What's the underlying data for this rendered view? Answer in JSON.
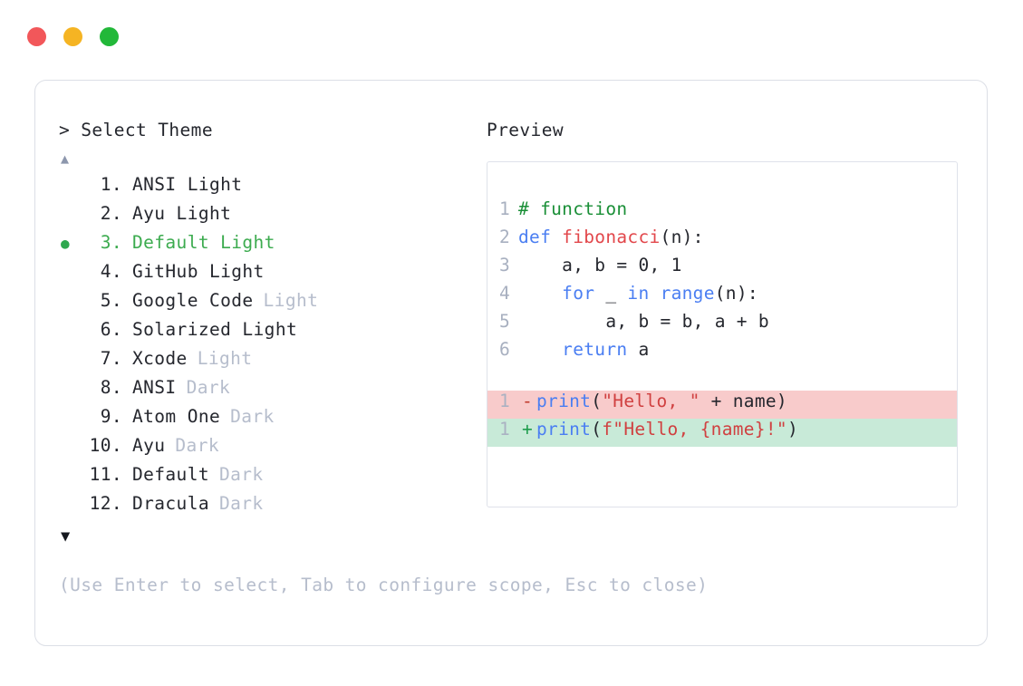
{
  "window": {
    "traffic_lights": [
      {
        "name": "close",
        "color": "#f2575a"
      },
      {
        "name": "minimize",
        "color": "#f5b423"
      },
      {
        "name": "maximize",
        "color": "#22b839"
      }
    ]
  },
  "selector": {
    "prompt": "> Select Theme",
    "scroll_up_glyph": "▲",
    "scroll_down_glyph": "▼",
    "bullet_glyph": "●",
    "selected_index": 3,
    "items": [
      {
        "index": "1.",
        "name": "ANSI Light",
        "variant": "",
        "selected": false
      },
      {
        "index": "2.",
        "name": "Ayu Light",
        "variant": "",
        "selected": false
      },
      {
        "index": "3.",
        "name": "Default Light",
        "variant": "",
        "selected": true
      },
      {
        "index": "4.",
        "name": "GitHub Light",
        "variant": "",
        "selected": false
      },
      {
        "index": "5.",
        "name": "Google Code",
        "variant": "Light",
        "selected": false
      },
      {
        "index": "6.",
        "name": "Solarized Light",
        "variant": "",
        "selected": false
      },
      {
        "index": "7.",
        "name": "Xcode",
        "variant": "Light",
        "selected": false
      },
      {
        "index": "8.",
        "name": "ANSI",
        "variant": "Dark",
        "selected": false
      },
      {
        "index": "9.",
        "name": "Atom One",
        "variant": "Dark",
        "selected": false
      },
      {
        "index": "10.",
        "name": "Ayu",
        "variant": "Dark",
        "selected": false
      },
      {
        "index": "11.",
        "name": "Default",
        "variant": "Dark",
        "selected": false
      },
      {
        "index": "12.",
        "name": "Dracula",
        "variant": "Dark",
        "selected": false
      }
    ]
  },
  "footer": {
    "hint": "(Use Enter to select, Tab to configure scope, Esc to close)"
  },
  "preview": {
    "heading": "Preview",
    "code_lines": [
      {
        "no": "1",
        "tokens": [
          {
            "t": "# function",
            "c": "comment"
          }
        ]
      },
      {
        "no": "2",
        "tokens": [
          {
            "t": "def ",
            "c": "keyword"
          },
          {
            "t": "fibonacci",
            "c": "func"
          },
          {
            "t": "(n):",
            "c": "plain"
          }
        ]
      },
      {
        "no": "3",
        "tokens": [
          {
            "t": "    a, b = ",
            "c": "plain"
          },
          {
            "t": "0",
            "c": "number"
          },
          {
            "t": ", ",
            "c": "plain"
          },
          {
            "t": "1",
            "c": "number"
          }
        ]
      },
      {
        "no": "4",
        "tokens": [
          {
            "t": "    ",
            "c": "plain"
          },
          {
            "t": "for",
            "c": "keyword"
          },
          {
            "t": " _ ",
            "c": "plain"
          },
          {
            "t": "in",
            "c": "keyword"
          },
          {
            "t": " ",
            "c": "plain"
          },
          {
            "t": "range",
            "c": "builtin"
          },
          {
            "t": "(n):",
            "c": "plain"
          }
        ]
      },
      {
        "no": "5",
        "tokens": [
          {
            "t": "        a, b = b, a + b",
            "c": "plain"
          }
        ]
      },
      {
        "no": "6",
        "tokens": [
          {
            "t": "    ",
            "c": "plain"
          },
          {
            "t": "return",
            "c": "keyword"
          },
          {
            "t": " a",
            "c": "plain"
          }
        ]
      }
    ],
    "diff_lines": [
      {
        "no": "1",
        "marker": "-",
        "kind": "del",
        "tokens": [
          {
            "t": "print",
            "c": "builtin"
          },
          {
            "t": "(",
            "c": "plain"
          },
          {
            "t": "\"Hello, \"",
            "c": "string"
          },
          {
            "t": " + name)",
            "c": "plain"
          }
        ]
      },
      {
        "no": "1",
        "marker": "+",
        "kind": "add",
        "tokens": [
          {
            "t": "print",
            "c": "builtin"
          },
          {
            "t": "(",
            "c": "plain"
          },
          {
            "t": "f\"Hello, {name}!\"",
            "c": "string"
          },
          {
            "t": ")",
            "c": "plain"
          }
        ]
      }
    ]
  },
  "colors": {
    "selected_green": "#3cab4f",
    "muted": "#b6bdcc",
    "text": "#25272e",
    "diff_del_bg": "#f8cbcb",
    "diff_add_bg": "#c8ead8"
  }
}
